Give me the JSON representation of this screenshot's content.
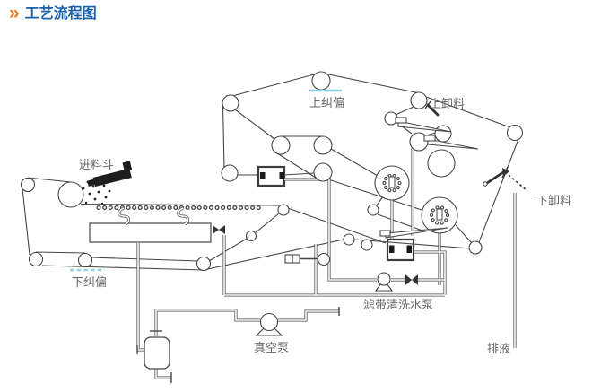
{
  "header": {
    "chevron": "»",
    "title": "工艺流程图",
    "accent_color": "#f0791e",
    "title_color": "#1a61ad"
  },
  "diagram": {
    "line_color": "#464646",
    "marker_color": "#8fd2e2",
    "label_color": "#666666",
    "labels": {
      "upper_belt_tracking": "上纠偏",
      "upper_discharge": "上卸料",
      "feed_hopper": "进料斗",
      "lower_discharge": "下卸料",
      "lower_belt_tracking": "下纠偏",
      "belt_wash_pump": "滤带清洗水泵",
      "vacuum_pump": "真空泵",
      "drain": "排液"
    }
  }
}
